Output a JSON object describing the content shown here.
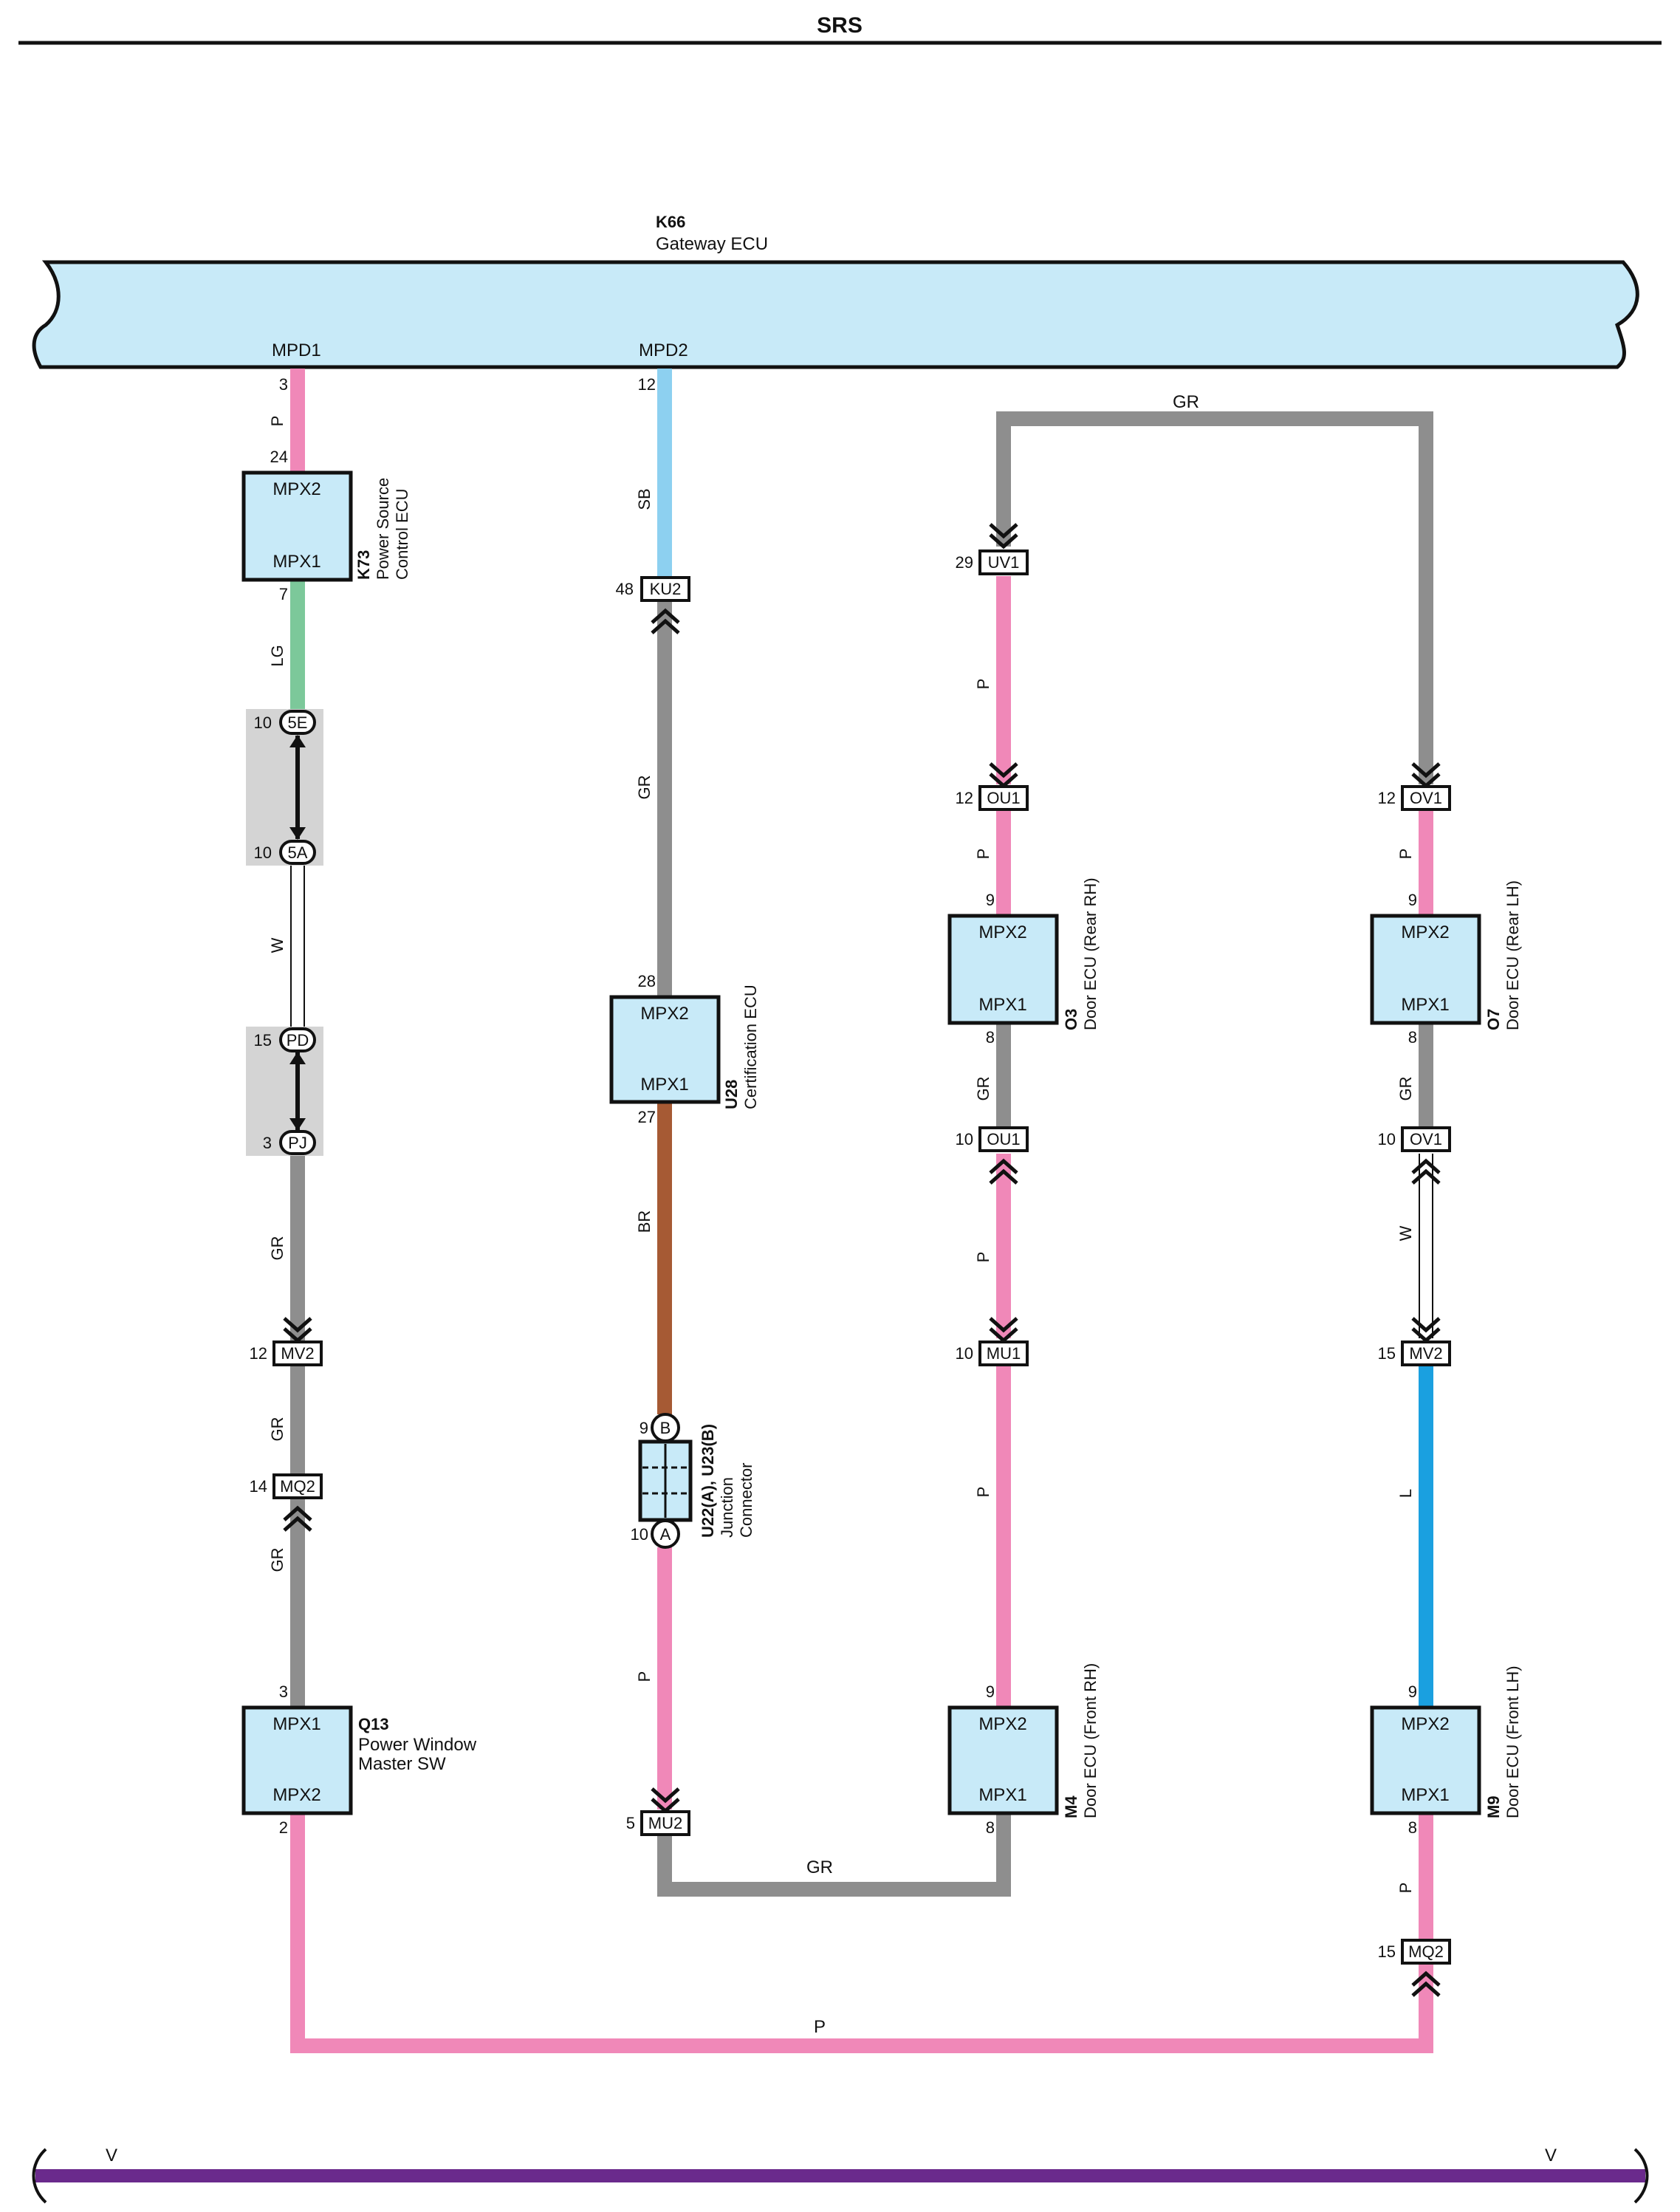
{
  "page": {
    "title": "SRS",
    "bottom_bus_label": "V"
  },
  "colors": {
    "P": "#f088b8",
    "LG": "#7cc89a",
    "W": "#ffffff",
    "GR": "#8e8e8e",
    "SB": "#8dd0f0",
    "BR": "#a65a34",
    "L": "#1aa0e0",
    "V": "#6a2a8c",
    "ecu_fill": "#c8eaf8",
    "splice_fill": "#d4d4d4"
  },
  "gateway": {
    "code": "K66",
    "name": "Gateway ECU",
    "pins": [
      "MPD1",
      "MPD2"
    ]
  },
  "components": {
    "k73": {
      "code": "K73",
      "name1": "Power Source",
      "name2": "Control ECU",
      "top": "MPX2",
      "bottom": "MPX1"
    },
    "u28": {
      "code": "U28",
      "name1": "Certification ECU",
      "top": "MPX2",
      "bottom": "MPX1"
    },
    "q13": {
      "code": "Q13",
      "name1": "Power Window",
      "name2": "Master SW",
      "top": "MPX1",
      "bottom": "MPX2"
    },
    "o3": {
      "code": "O3",
      "name1": "Door ECU (Rear RH)",
      "top": "MPX2",
      "bottom": "MPX1"
    },
    "o7": {
      "code": "O7",
      "name1": "Door ECU (Rear LH)",
      "top": "MPX2",
      "bottom": "MPX1"
    },
    "m4": {
      "code": "M4",
      "name1": "Door ECU (Front RH)",
      "top": "MPX2",
      "bottom": "MPX1"
    },
    "m9": {
      "code": "M9",
      "name1": "Door ECU (Front LH)",
      "top": "MPX2",
      "bottom": "MPX1"
    },
    "u22": {
      "code": "U22(A), U23(B)",
      "name1": "Junction",
      "name2": "Connector",
      "pin_b": "B",
      "pin_a": "A"
    }
  },
  "connectors": {
    "ku2": "KU2",
    "uv1": "UV1",
    "ou1a": "OU1",
    "ov1a": "OV1",
    "ou1b": "OU1",
    "ov1b": "OV1",
    "mv2a": "MV2",
    "mv2b": "MV2",
    "mq2a": "MQ2",
    "mq2b": "MQ2",
    "mu1": "MU1",
    "mu2": "MU2",
    "s5e": "5E",
    "s5a": "5A",
    "spd": "PD",
    "spj": "PJ"
  },
  "pins": {
    "mpd1": "3",
    "k73_in": "24",
    "k73_out": "7",
    "s5e": "10",
    "s5a": "10",
    "spd": "15",
    "spj": "3",
    "mv2a": "12",
    "mq2a": "14",
    "q13_in": "3",
    "q13_out": "2",
    "mpd2": "12",
    "ku2": "48",
    "u28_in": "28",
    "u28_out": "27",
    "u22_b": "9",
    "u22_a": "10",
    "mu2": "5",
    "uv1": "29",
    "ou1a": "12",
    "o3_in": "9",
    "o3_out": "8",
    "ou1b": "10",
    "mu1": "10",
    "m4_in": "9",
    "m4_out": "8",
    "ov1a": "12",
    "o7_in": "9",
    "o7_out": "8",
    "ov1b": "10",
    "mv2b": "15",
    "m9_in": "9",
    "m9_out": "8",
    "mq2b": "15"
  },
  "wires": {
    "w1": "P",
    "w2": "LG",
    "w3": "W",
    "w4": "GR",
    "w5": "GR",
    "w6": "GR",
    "w7": "SB",
    "w8": "GR",
    "w9": "BR",
    "w10": "P",
    "w11": "GR",
    "w12": "GR",
    "w13": "P",
    "w14": "P",
    "w15": "GR",
    "w16": "P",
    "w17": "P",
    "w18": "P",
    "w19": "GR",
    "w20": "W",
    "w21": "L",
    "w22": "P",
    "w23": "P"
  }
}
